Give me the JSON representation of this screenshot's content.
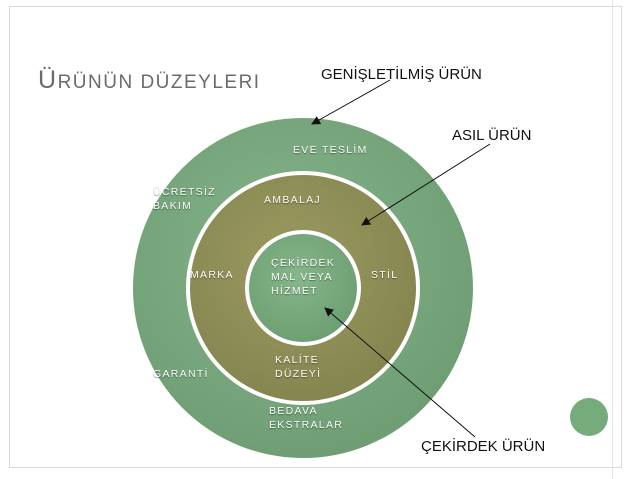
{
  "slide": {
    "title_first_letter": "Ü",
    "title_rest": "RÜNÜN DÜZEYLERI"
  },
  "callouts": {
    "augmented": "GENİŞLETİLMİŞ ÜRÜN",
    "actual": "ASIL ÜRÜN",
    "core": "ÇEKİRDEK ÜRÜN"
  },
  "rings": {
    "outer": {
      "color": "#7aa97f",
      "labels": {
        "delivery": "EVE TESLİM",
        "free_care": "ÜCRETSİZ\nBAKIM",
        "warranty": "GARANTİ",
        "free_extras": "BEDAVA\nEKSTRALAR"
      }
    },
    "middle": {
      "color": "#8e8e55",
      "labels": {
        "packaging": "AMBALAJ",
        "brand": "MARKA",
        "style": "STİL",
        "quality": "KALİTE\nDÜZEYİ"
      }
    },
    "inner": {
      "color": "#79a97c",
      "labels": {
        "core": "ÇEKİRDEK\nMAL VEYA\nHİZMET"
      }
    }
  },
  "decor": {
    "corner_dot_color": "#76ab7b"
  }
}
